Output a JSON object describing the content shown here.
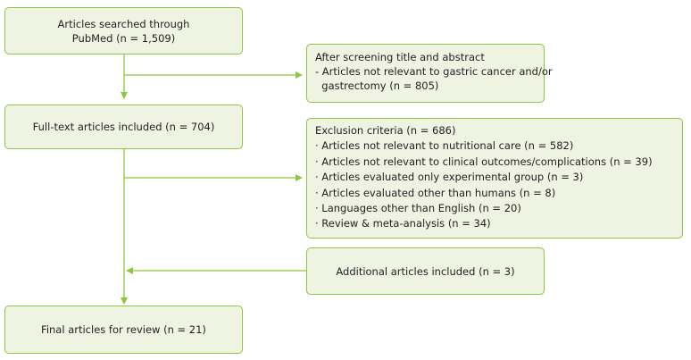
{
  "diagram": {
    "nodes": {
      "pubmed": {
        "lines": [
          "Articles searched through",
          "PubMed (n = 1,509)"
        ]
      },
      "screening": {
        "lines": [
          "After screening title and abstract",
          "- Articles not relevant to gastric cancer and/or",
          "  gastrectomy (n = 805)"
        ]
      },
      "fulltext": {
        "lines": [
          "Full-text articles included (n = 704)"
        ]
      },
      "exclusion": {
        "lines": [
          "Exclusion criteria (n = 686)",
          "· Articles not relevant to nutritional care (n = 582)",
          "· Articles not relevant to clinical outcomes/complications (n = 39)",
          "· Articles evaluated only experimental group (n = 3)",
          "· Articles evaluated other than humans (n = 8)",
          "· Languages other than English (n = 20)",
          "· Review & meta-analysis (n = 34)"
        ]
      },
      "additional": {
        "lines": [
          "Additional articles included (n = 3)"
        ]
      },
      "final": {
        "lines": [
          "Final articles for review (n = 21)"
        ]
      }
    },
    "colors": {
      "box_fill": "#eef3e2",
      "box_border": "#8dc63f",
      "arrow": "#8dc63f",
      "text": "#231f20"
    }
  }
}
